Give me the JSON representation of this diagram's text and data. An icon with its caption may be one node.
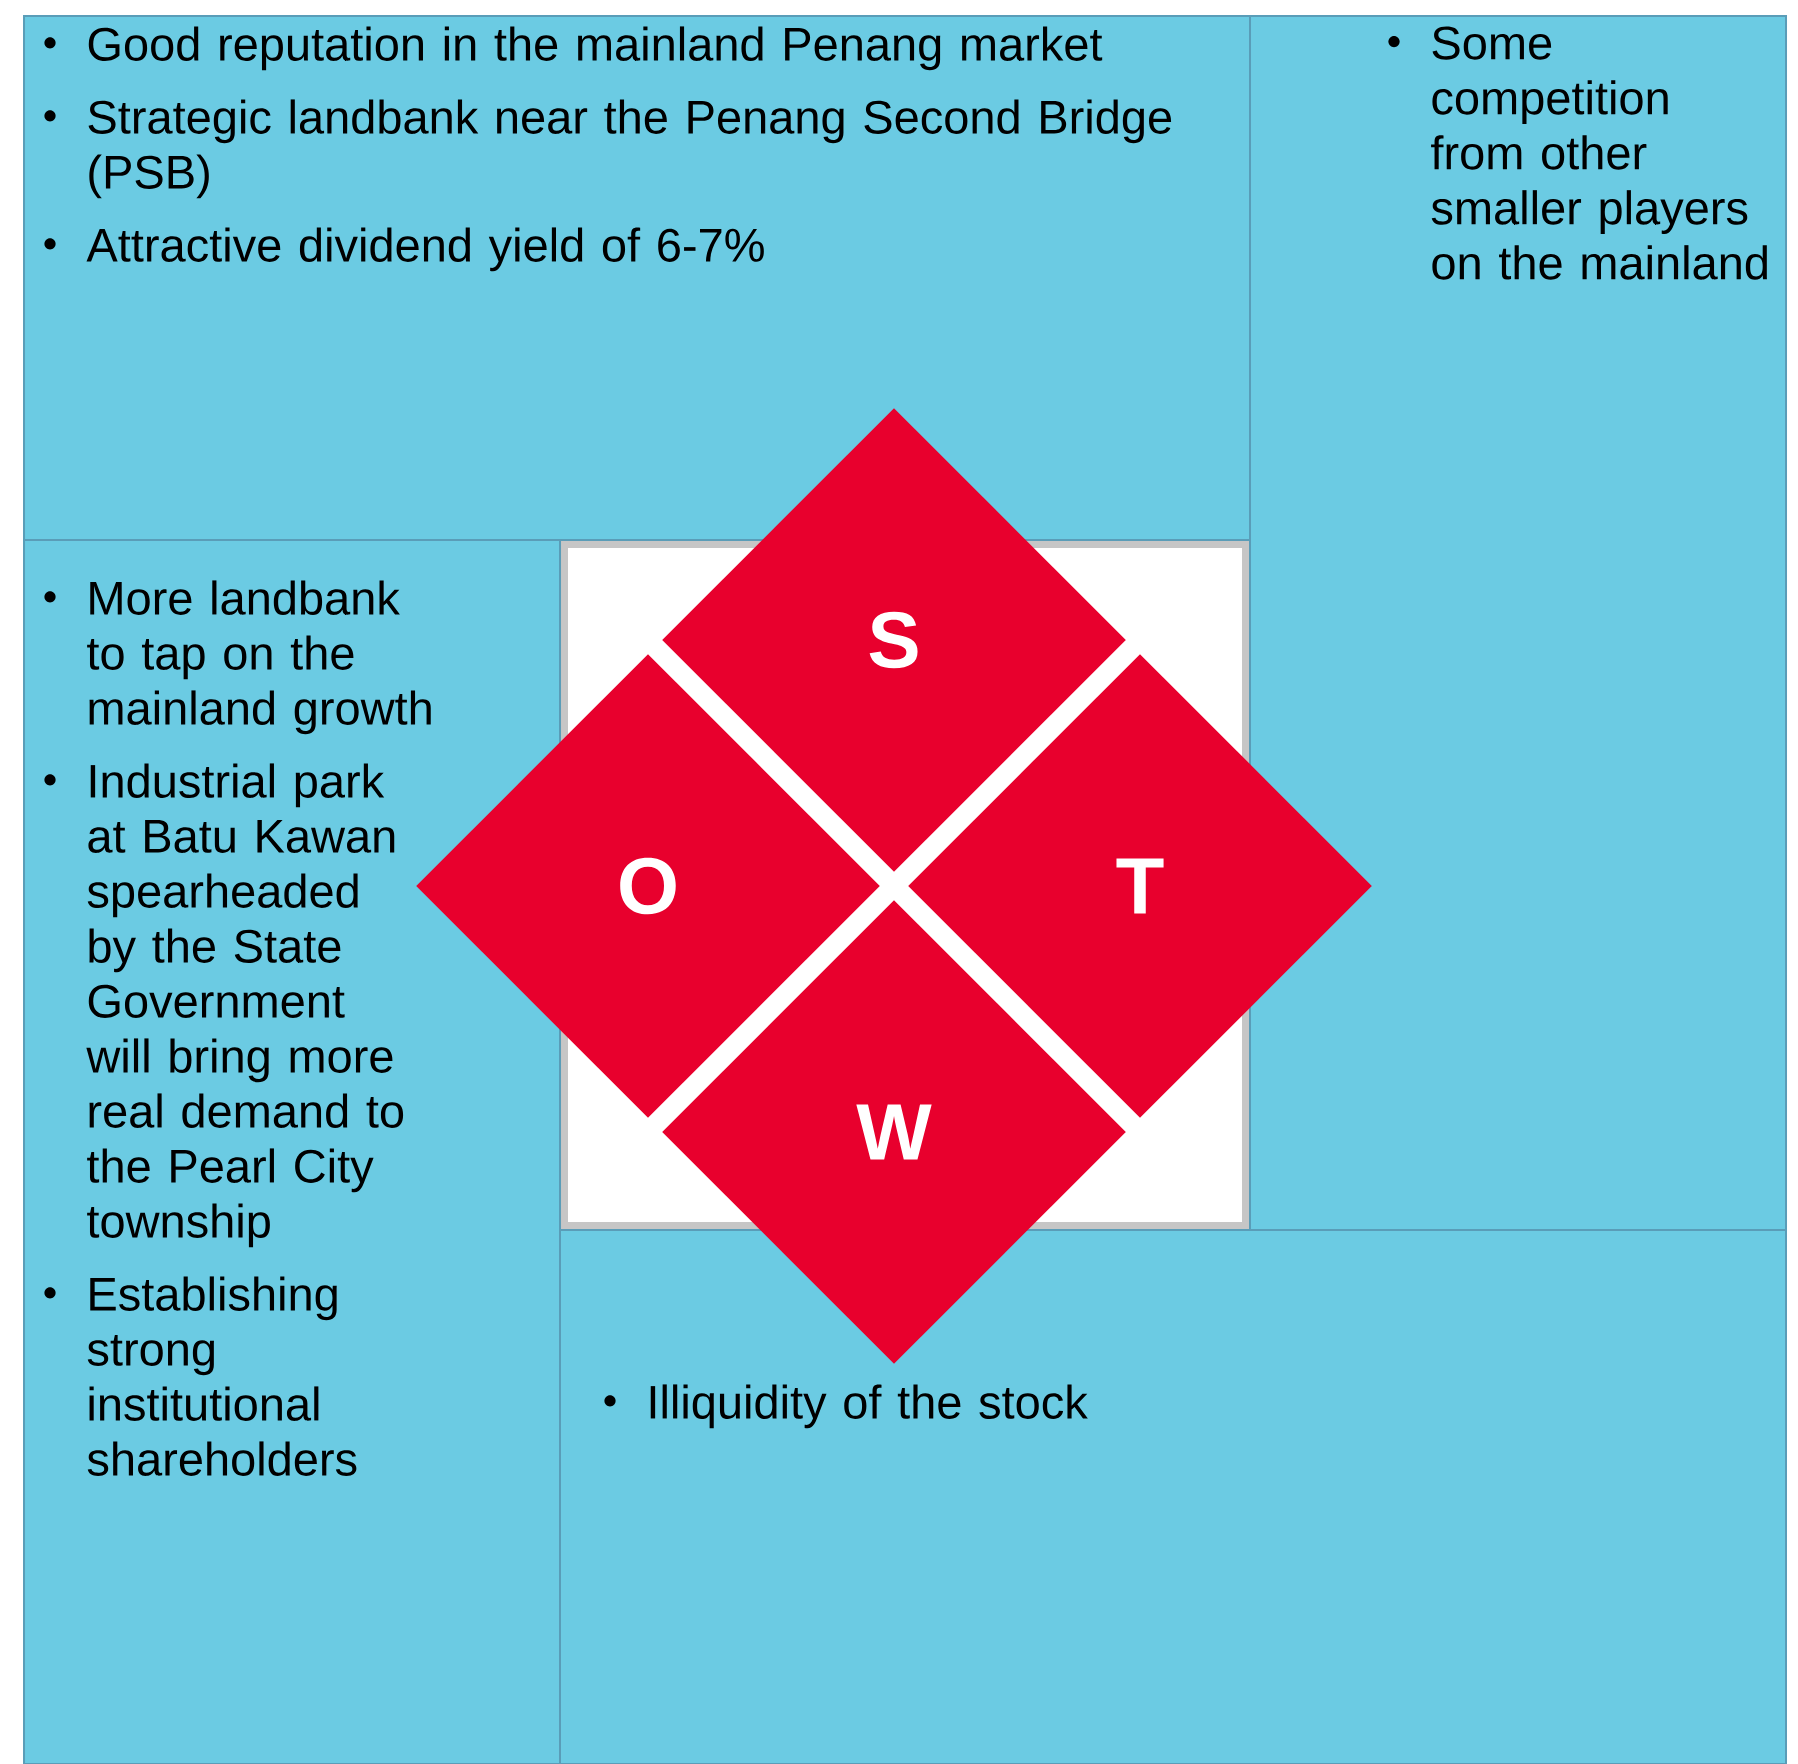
{
  "diagram": {
    "nodes": [
      {
        "text": [
          "Good reputation in the mainland Penang market",
          "Strategic landbank near the Penang Second Bridge (PSB)",
          "Attractive dividend yield of 6-7%"
        ]
      },
      {
        "text": [
          "Some competition from other smaller players on the mainland"
        ]
      },
      {
        "text": [
          "More landbank to tap on the mainland growth",
          "Industrial park at Batu Kawan spearheaded by the State Government will bring more real demand to the Pearl City township",
          "Establishing strong institutional shareholders"
        ]
      },
      {
        "text": [
          "Illiquidity of the stock"
        ]
      },
      {
        "text": [
          "S"
        ]
      },
      {
        "text": [
          "O"
        ]
      },
      {
        "text": [
          "T"
        ]
      },
      {
        "text": [
          "W"
        ]
      }
    ]
  }
}
